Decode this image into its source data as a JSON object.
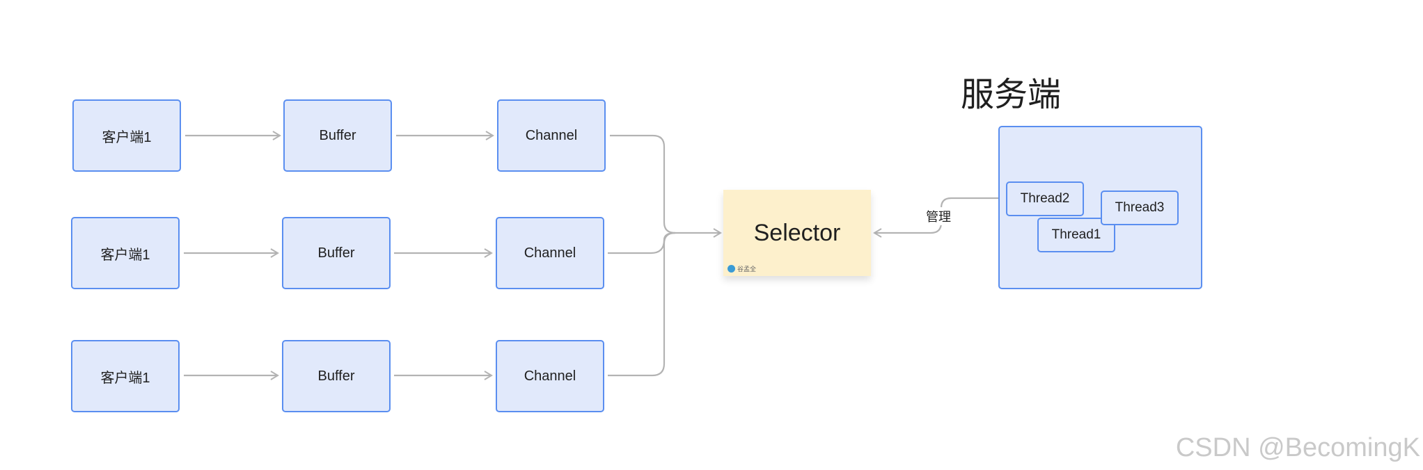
{
  "diagram": {
    "rows": [
      {
        "client": "客户端1",
        "buffer": "Buffer",
        "channel": "Channel"
      },
      {
        "client": "客户端1",
        "buffer": "Buffer",
        "channel": "Channel"
      },
      {
        "client": "客户端1",
        "buffer": "Buffer",
        "channel": "Channel"
      }
    ],
    "selector": {
      "label": "Selector",
      "author_tag": "谷孟全"
    },
    "edge_label": "管理",
    "server": {
      "title": "服务端",
      "threads": [
        "Thread2",
        "Thread3",
        "Thread1"
      ]
    }
  },
  "watermark": "CSDN @BecomingK",
  "colors": {
    "node_fill": "#e1e9fb",
    "node_border": "#5a8ef0",
    "sticky_fill": "#fdf0cc",
    "connector": "#b3b3b3"
  }
}
